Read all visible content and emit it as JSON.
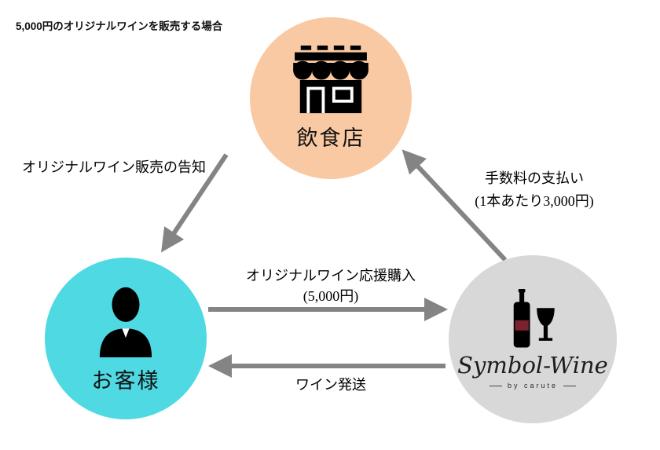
{
  "title": "5,000円のオリジナルワインを販売する場合",
  "nodes": {
    "restaurant": {
      "label": "飲食店"
    },
    "customer": {
      "label": "お客様"
    },
    "symbol_wine": {
      "brand": "Symbol-Wine",
      "byline": "by carute"
    }
  },
  "labels": {
    "notice": "オリジナルワイン販売の告知",
    "fee_line1": "手数料の支払い",
    "fee_line2": "(1本あたり3,000円)",
    "purchase_line1": "オリジナルワイン応援購入",
    "purchase_line2": "(5,000円)",
    "shipping": "ワイン発送"
  },
  "colors": {
    "restaurant_circle": "#f9c9a3",
    "customer_circle": "#4fd9e3",
    "symbol_wine_circle": "#d8d8d8",
    "arrow": "#848484",
    "icon": "#000000",
    "wine_label": "#7b2230"
  }
}
